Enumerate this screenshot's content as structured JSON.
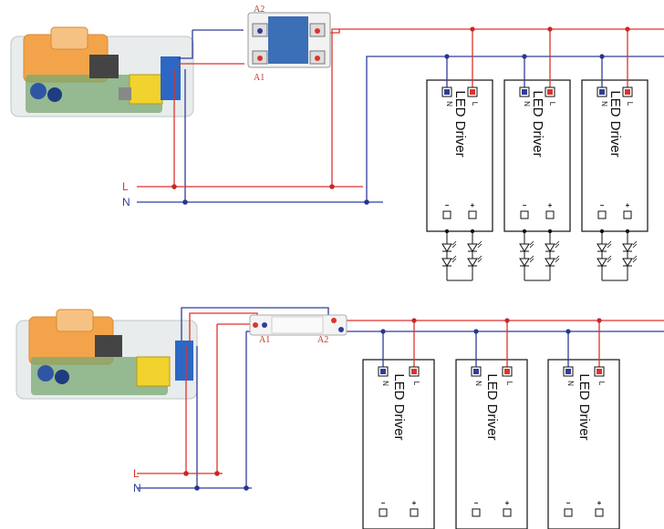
{
  "rails": {
    "live": "L",
    "neutral": "N"
  },
  "ssr": {
    "pin_a1": "A1",
    "pin_a2": "A2"
  },
  "relay": {
    "pin_a1": "A1",
    "pin_a2": "A2"
  },
  "driver": {
    "title": "LED Driver",
    "neutral_terminal": "N",
    "live_terminal": "L",
    "minus_symbol": "−",
    "plus_symbol": "+"
  },
  "colors": {
    "live_wire": "#e0322b",
    "neutral_wire": "#2f3d9a",
    "junction": "#c62828",
    "neutral_junction": "#283593",
    "ssr_face": "#3b6fb6"
  }
}
